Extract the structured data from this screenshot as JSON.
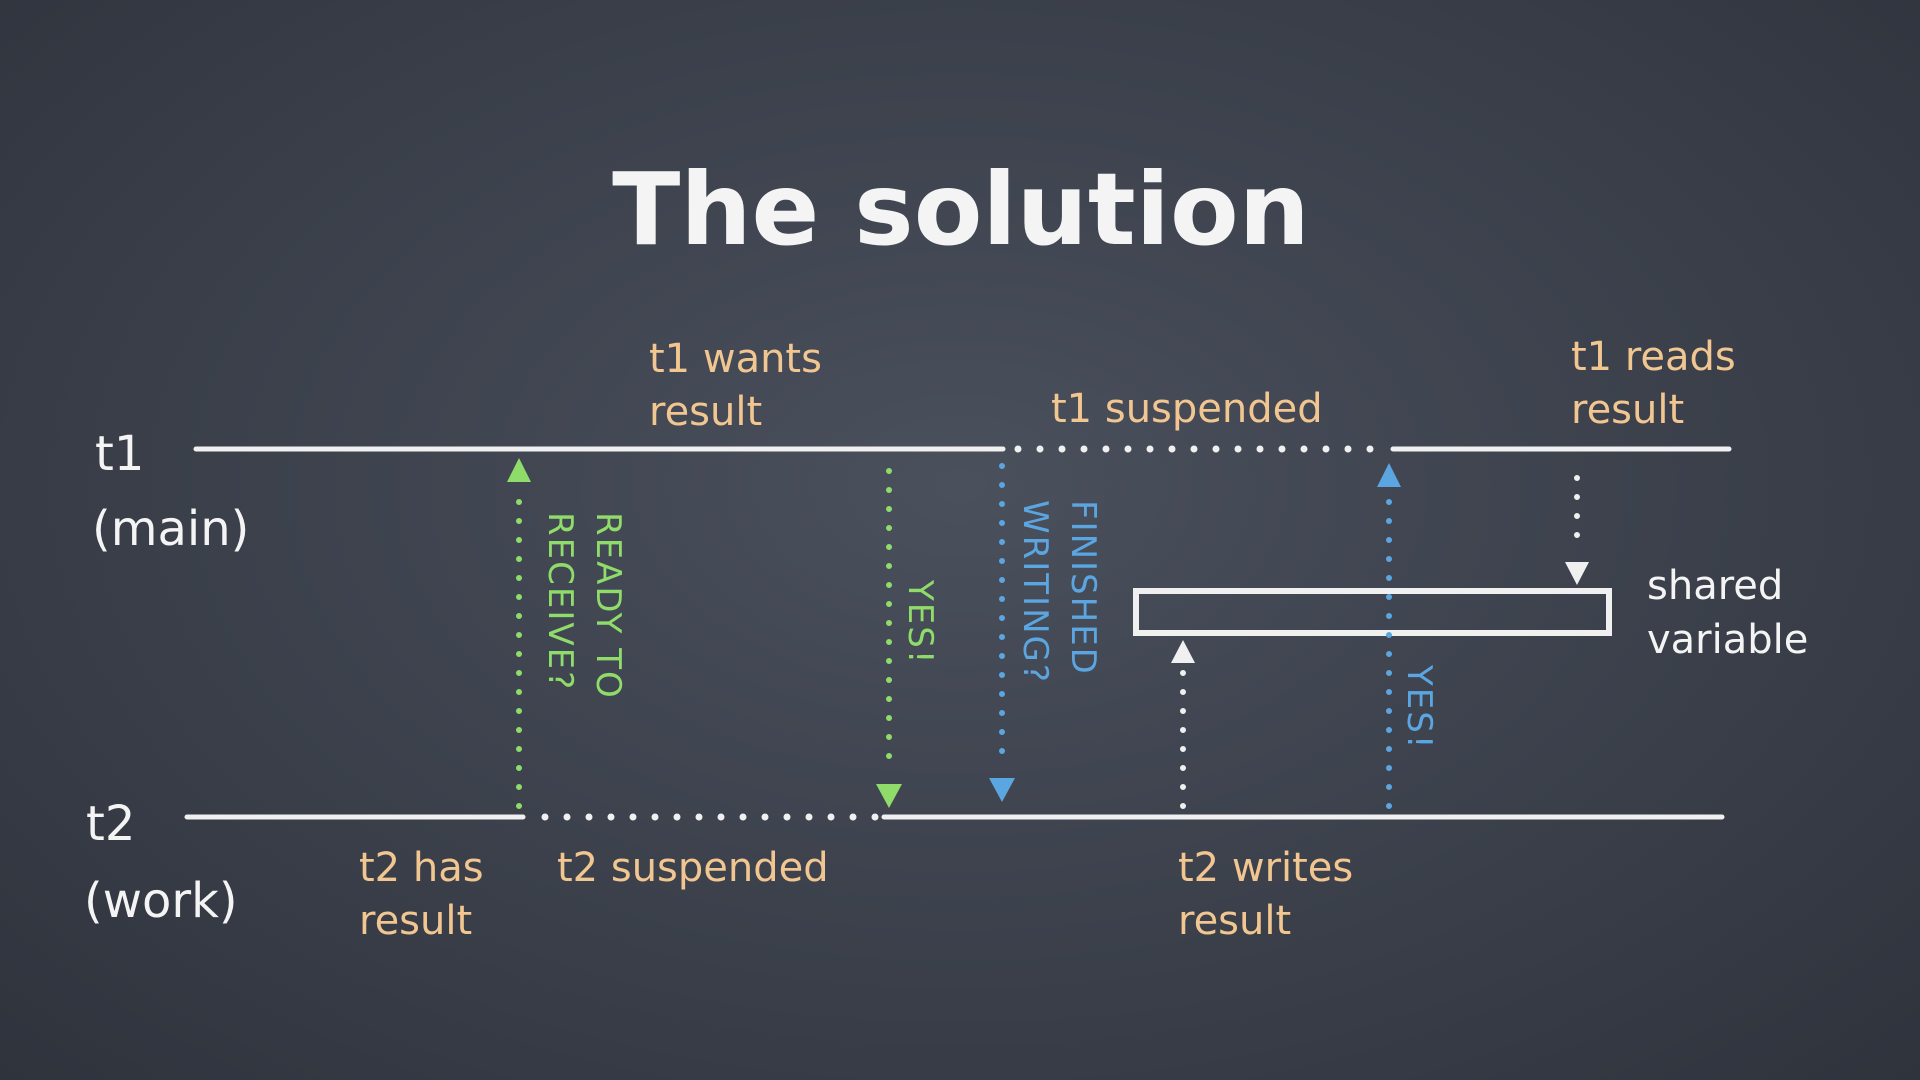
{
  "title": "The solution",
  "threads": {
    "t1": {
      "name": "t1",
      "role": "(main)"
    },
    "t2": {
      "name": "t2",
      "role": "(work)"
    }
  },
  "annotations": {
    "t1_wants": [
      "t1 wants",
      "result"
    ],
    "t1_suspended": "t1 suspended",
    "t1_reads": [
      "t1 reads",
      "result"
    ],
    "shared_variable": [
      "shared",
      "variable"
    ],
    "t2_has": [
      "t2 has",
      "result"
    ],
    "t2_suspended": "t2 suspended",
    "t2_writes": [
      "t2 writes",
      "result"
    ]
  },
  "messages": {
    "ready": [
      "READY TO",
      "RECEIVE?"
    ],
    "yes_green": "YES!",
    "finished": [
      "FINISHED",
      "WRITING?"
    ],
    "yes_blue": "YES!"
  },
  "colors": {
    "annotation": "#f1c690",
    "green": "#8fdc6a",
    "blue": "#5ba6e0",
    "chalk": "#f4f4f4"
  }
}
